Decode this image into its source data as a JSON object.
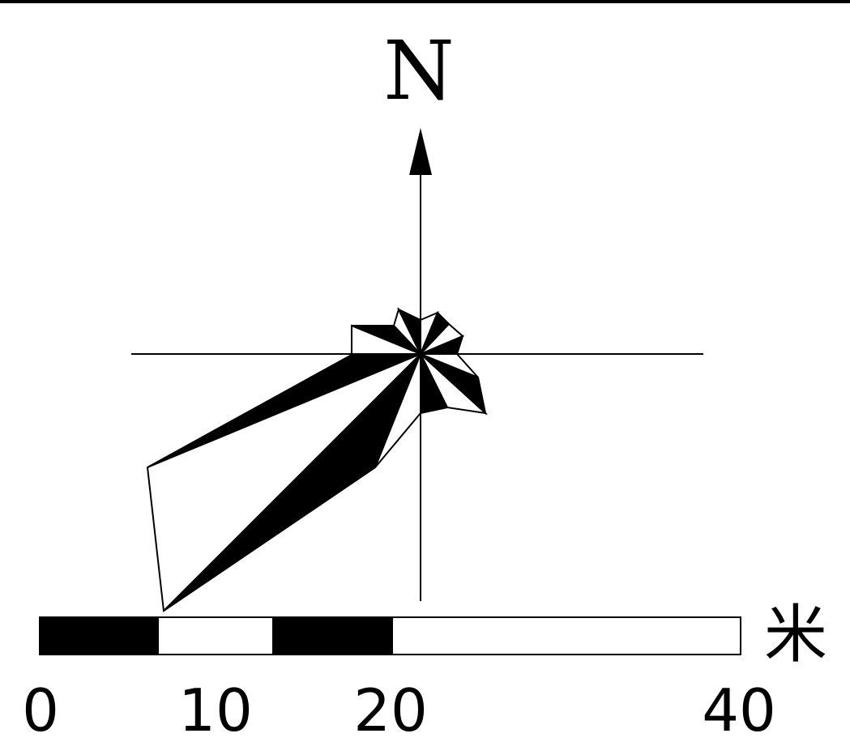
{
  "north_label": "N",
  "scale_bar": {
    "ticks": [
      "0",
      "10",
      "20",
      "40"
    ],
    "unit": "米"
  },
  "colors": {
    "ink": "#000000",
    "paper": "#ffffff"
  }
}
